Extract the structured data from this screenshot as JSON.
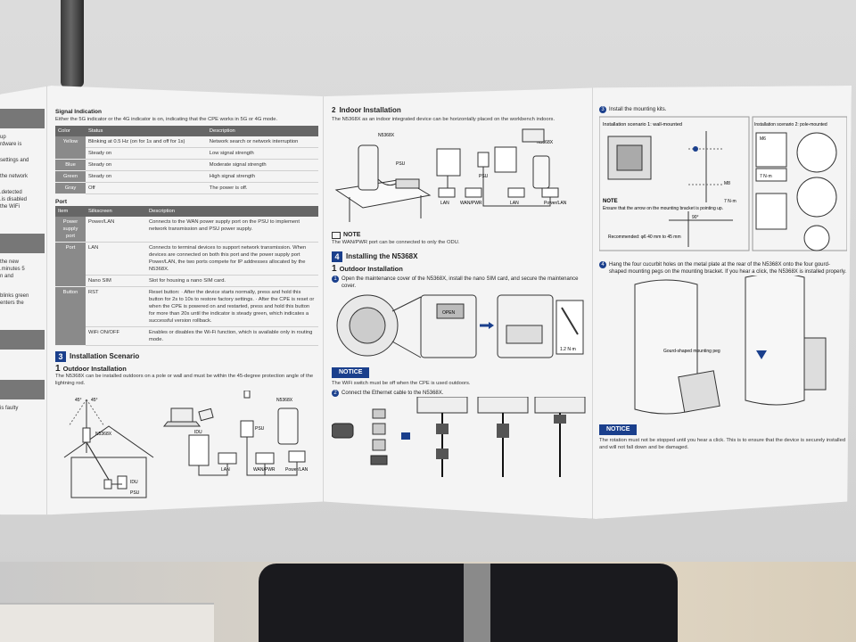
{
  "left_panel": {
    "fragments": [
      "up",
      "rdware is",
      "settings and",
      "the network",
      "detected.",
      "is disabled.",
      "the WiFi",
      "the new",
      "5 minutes.",
      "n and",
      "blinks green",
      "enters the",
      "is faulty"
    ]
  },
  "panel1": {
    "signal_heading": "Signal Indication",
    "signal_intro": "Either the 5G indicator or the 4G indicator is on, indicating that the CPE works in 5G or 4G mode.",
    "signal_table": {
      "headers": [
        "Color",
        "Status",
        "Description"
      ],
      "rows": [
        [
          "Yellow",
          "Blinking at 0.5 Hz (on for 1s and off for 1s)",
          "Network search or network interruption"
        ],
        [
          "",
          "Steady on",
          "Low signal strength"
        ],
        [
          "Blue",
          "Steady on",
          "Moderate signal strength"
        ],
        [
          "Green",
          "Steady on",
          "High signal strength"
        ],
        [
          "Gray",
          "Off",
          "The power is off."
        ]
      ]
    },
    "port_heading": "Port",
    "port_table": {
      "headers": [
        "Item",
        "Silkscreen",
        "Description"
      ],
      "rows": [
        [
          "Power supply port",
          "Power/LAN",
          "Connects to the WAN power supply port on the PSU to implement network transmission and PSU power supply."
        ],
        [
          "Port",
          "LAN",
          "Connects to terminal devices to support network transmission. When devices are connected on both this port and the power supply port Power/LAN, the two ports compete for IP addresses allocated by the N5368X."
        ],
        [
          "",
          "Nano SIM",
          "Slot for housing a nano SIM card."
        ],
        [
          "Button",
          "RST",
          "Reset button: · After the device starts normally, press and hold this button for 2s to 10s to restore factory settings. · After the CPE is reset or when the CPE is powered on and restarted, press and hold this button for more than 20s until the indicator is steady green, which indicates a successful version rollback."
        ],
        [
          "",
          "WiFi ON/OFF",
          "Enables or disables the Wi-Fi function, which is available only in routing mode."
        ]
      ]
    },
    "section_num": "3",
    "section_title": "Installation Scenario",
    "sub_num": "1",
    "sub_title": "Outdoor Installation",
    "sub_text": "The N5368X can be installed outdoors on a pole or wall and must be within the 45-degree protection angle of the lightning rod.",
    "labels": {
      "angle_a": "45°",
      "angle_b": "45°",
      "device": "N5368X",
      "idu": "IDU",
      "psu": "PSU",
      "idu2": "IDU",
      "psu2": "PSU",
      "lan": "LAN",
      "wanpwr": "WAN/PWR",
      "powerlan": "Power/LAN",
      "device2": "N5368X"
    }
  },
  "panel2": {
    "section_num": "2",
    "section_title": "Indoor Installation",
    "section_text": "The N5368X as an indoor integrated device can be horizontally placed on the workbench indoors.",
    "labels": {
      "device": "N5368X",
      "psu": "PSU",
      "device2": "N5368X",
      "psu2": "PSU",
      "lan": "LAN",
      "wanpwr": "WAN/PWR",
      "lan2": "LAN",
      "powerlan": "Power/LAN",
      "open": "OPEN",
      "torque": "1.2 N·m"
    },
    "note_label": "NOTE",
    "note_text": "The WAN/PWR port can be connected to only the ODU.",
    "install_num": "4",
    "install_title": "Installing the N5368X",
    "outdoor_num": "1",
    "outdoor_title": "Outdoor Installation",
    "step1_num": "1",
    "step1_text": "Open the maintenance cover of the N5368X, install the nano SIM card, and secure the maintenance cover.",
    "notice_label": "NOTICE",
    "notice_text": "The WiFi switch must be off when the CPE is used outdoors.",
    "step2_num": "2",
    "step2_text": "Connect the Ethernet cable to the N5368X."
  },
  "panel3": {
    "step3_num": "3",
    "step3_text": "Install the mounting kits.",
    "scenario1": "Installation scenario 1: wall-mounted",
    "scenario2": "Installation scenario 2: pole-mounted",
    "note_label": "NOTE",
    "note_text": "Ensure that the arrow on the mounting bracket is pointing up.",
    "recommended": "Recommended: φ6 40 mm to 45 mm",
    "torque": "7 N·m",
    "torque2": "7 N·m",
    "m6": "M6",
    "m8": "M8",
    "angle": "90°",
    "step4_num": "4",
    "step4_text": "Hang the four cucurbit holes on the metal plate at the rear of the N5368X onto the four gourd-shaped mounting pegs on the mounting bracket. If you hear a click, the N5368X is installed properly.",
    "peg_label": "Gourd-shaped mounting peg",
    "notice_label": "NOTICE",
    "notice_text": "The rotation must not be stopped until you hear a click. This is to ensure that the device is securely installed and will not fall down and be damaged."
  }
}
